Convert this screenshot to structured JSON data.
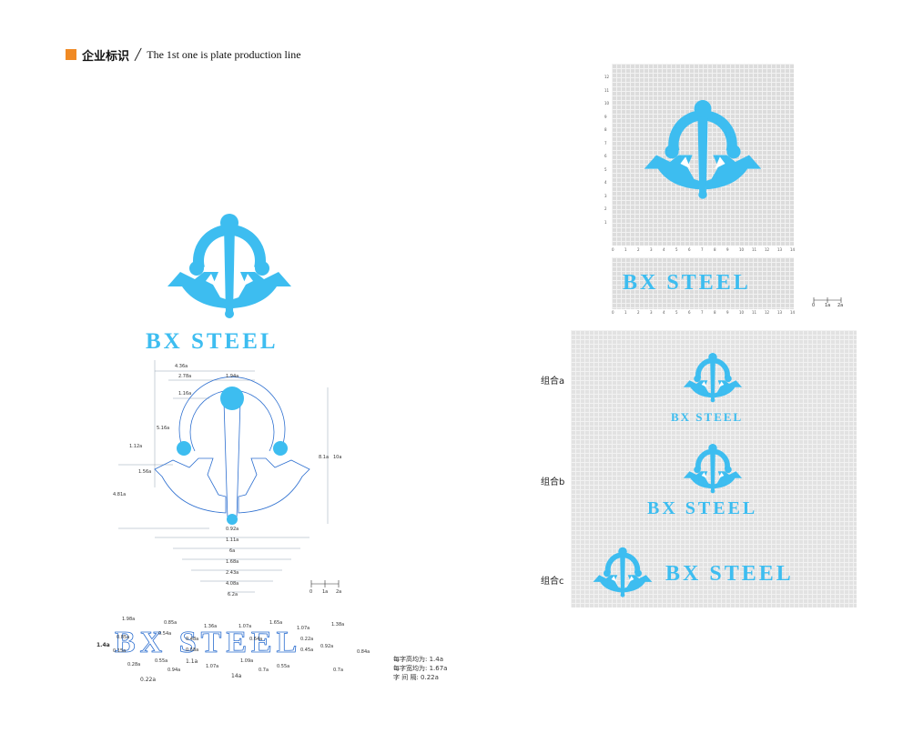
{
  "header": {
    "title_cn": "企业标识",
    "separator": "╱",
    "title_en": "The 1st one is plate production line"
  },
  "brand": {
    "name": "BX STEEL",
    "color": "#3dbdf0",
    "accent": "#f08a24",
    "icon": "bx-steel-anchor-logo"
  },
  "construction": {
    "dims_top": [
      "4.36a",
      "2.78a",
      "1.16a",
      "1.94a"
    ],
    "dims_left": [
      "5.16a",
      "1.12a",
      "1.56a",
      "4.81a"
    ],
    "dims_right": [
      "8.1a",
      "10a"
    ],
    "dims_bottom": [
      "0.92a",
      "1.11a",
      "6a",
      "1.68a",
      "2.43a",
      "4.08a",
      "6.2a"
    ],
    "scale": [
      "0",
      "1a",
      "2a"
    ]
  },
  "wordmark_spec": {
    "height_label": "1.4a",
    "top_dims": [
      "1.98a",
      "0.85a",
      "1.36a",
      "1.07a",
      "1.65a",
      "1.07a",
      "1.38a"
    ],
    "mid_dims": [
      "0.85a",
      "0.15a",
      "0.54a",
      "0.48a",
      "0.58a",
      "0.64a",
      "0.22a",
      "0.45a",
      "0.92a",
      "0.84a"
    ],
    "low_dims": [
      "0.28a",
      "0.55a",
      "0.94a",
      "1.1a",
      "1.07a",
      "1.09a",
      "0.7a",
      "0.55a",
      "0.7a"
    ],
    "bottom_left": "0.22a",
    "total_width": "14a"
  },
  "notes": [
    {
      "label": "每字高均为:",
      "value": "1.4a"
    },
    {
      "label": "每字宽均为:",
      "value": "1.67a"
    },
    {
      "label": "字  间  隔:",
      "value": "0.22a"
    }
  ],
  "grid": {
    "y_ticks": [
      "12",
      "11",
      "10",
      "9",
      "8",
      "7",
      "6",
      "5",
      "4",
      "3",
      "2",
      "1"
    ],
    "x_ticks": [
      "0",
      "1",
      "2",
      "3",
      "4",
      "5",
      "6",
      "7",
      "8",
      "9",
      "10",
      "11",
      "12",
      "13",
      "14"
    ],
    "scale": [
      "0",
      "1a",
      "2a"
    ]
  },
  "combos": [
    {
      "label": "组合a"
    },
    {
      "label": "组合b"
    },
    {
      "label": "组合c"
    }
  ]
}
